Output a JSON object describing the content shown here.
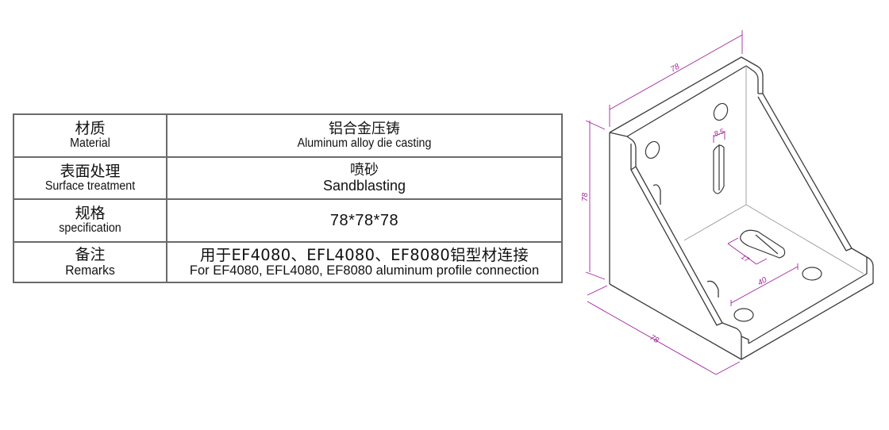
{
  "spec_table": {
    "rows": [
      {
        "label_zh": "材质",
        "label_en": "Material",
        "value_zh": "铝合金压铸",
        "value_en": "Aluminum alloy die casting"
      },
      {
        "label_zh": "表面处理",
        "label_en": "Surface treatment",
        "value_zh": "喷砂",
        "value_en": "Sandblasting"
      },
      {
        "label_zh": "规格",
        "label_en": "specification",
        "value": "78*78*78"
      },
      {
        "label_zh": "备注",
        "label_en": "Remarks",
        "value_zh": "用于EF4080、EFL4080、EF8080铝型材连接",
        "value_en": "For EF4080, EFL4080, EF8080 aluminum profile connection"
      }
    ]
  },
  "drawing": {
    "subject": "isometric angle bracket",
    "line_color": "#3a3a3a",
    "dimension_color": "#a2279c",
    "dimensions": {
      "top_width": "78",
      "height": "78",
      "base_depth": "78",
      "slot_width": "8.5",
      "base_slot_length": "17",
      "hole_spacing": "40"
    }
  }
}
